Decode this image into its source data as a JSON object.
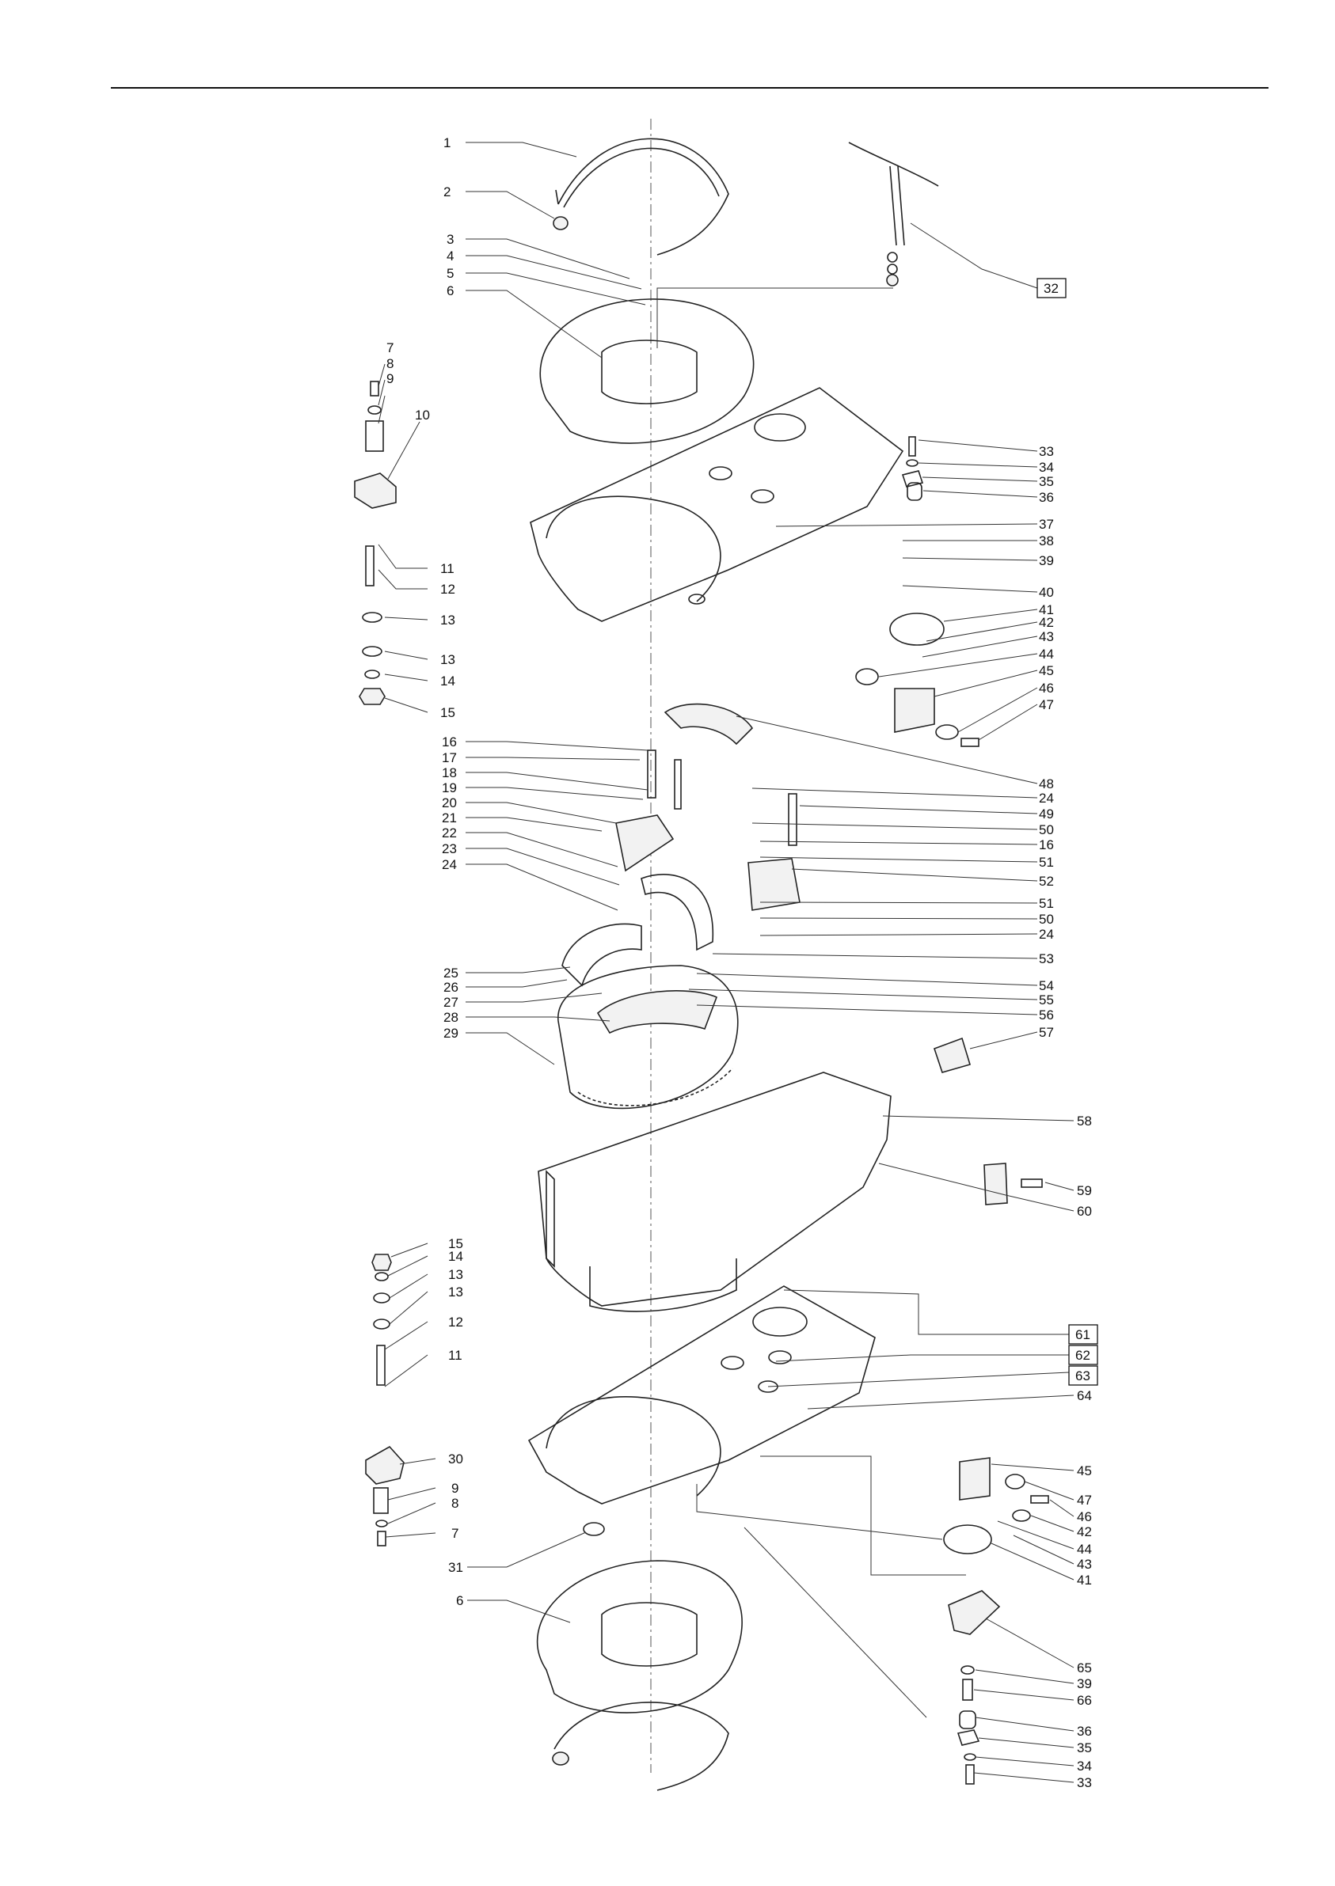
{
  "drawing": {
    "labels_left": [
      "1",
      "2",
      "3",
      "4",
      "5",
      "6",
      "7",
      "8",
      "9",
      "10",
      "11",
      "12",
      "13",
      "13",
      "14",
      "15",
      "16",
      "17",
      "18",
      "19",
      "20",
      "21",
      "22",
      "23",
      "24",
      "25",
      "26",
      "27",
      "28",
      "29",
      "15",
      "14",
      "13",
      "13",
      "12",
      "11",
      "30",
      "9",
      "8",
      "7",
      "31",
      "6"
    ],
    "labels_right_upper": [
      "33",
      "34",
      "35",
      "36",
      "37",
      "38",
      "39",
      "40",
      "41",
      "42",
      "43",
      "44",
      "45",
      "46",
      "47",
      "48",
      "24",
      "49",
      "50",
      "16",
      "51",
      "52",
      "51",
      "50",
      "24",
      "53",
      "54",
      "55",
      "56",
      "57",
      "58",
      "59",
      "60"
    ],
    "labels_boxed": [
      "32",
      "61",
      "62",
      "63"
    ],
    "labels_right_lower": [
      "64",
      "45",
      "47",
      "46",
      "42",
      "44",
      "43",
      "41",
      "65",
      "39",
      "66",
      "36",
      "35",
      "34",
      "33"
    ]
  }
}
